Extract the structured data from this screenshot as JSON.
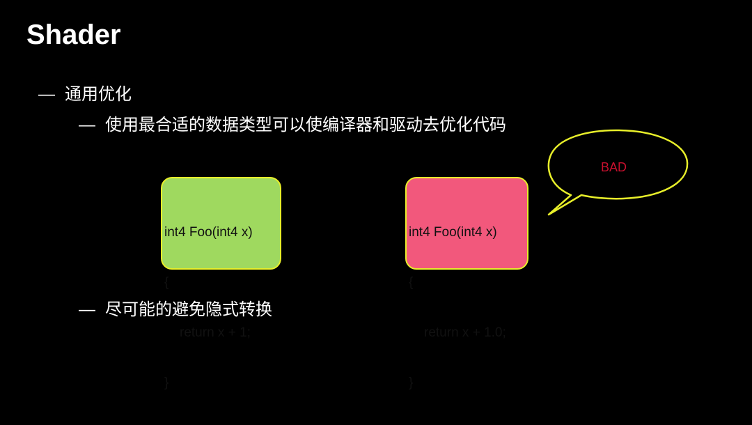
{
  "slide": {
    "title": "Shader",
    "bullets": [
      {
        "dash": "—",
        "text": "通用优化"
      },
      {
        "dash": "—",
        "text": "使用最合适的数据类型可以使编译器和驱动去优化代码"
      },
      {
        "dash": "—",
        "text": "尽可能的避免隐式转换"
      }
    ]
  },
  "good_example": {
    "lines": [
      "int4 Foo(int4 x)",
      "{",
      "return x + 1;",
      "}"
    ],
    "color": "#9fd95f"
  },
  "bad_example": {
    "lines": [
      "int4 Foo(int4 x)",
      "{",
      "return x + 1.0;",
      "}"
    ],
    "color": "#f2587c"
  },
  "callout": {
    "text": "BAD",
    "text_color": "#c8102e",
    "border_color": "#e8ef2a"
  },
  "colors": {
    "background": "#000000",
    "text": "#ffffff",
    "box_border": "#e8ef2a"
  }
}
